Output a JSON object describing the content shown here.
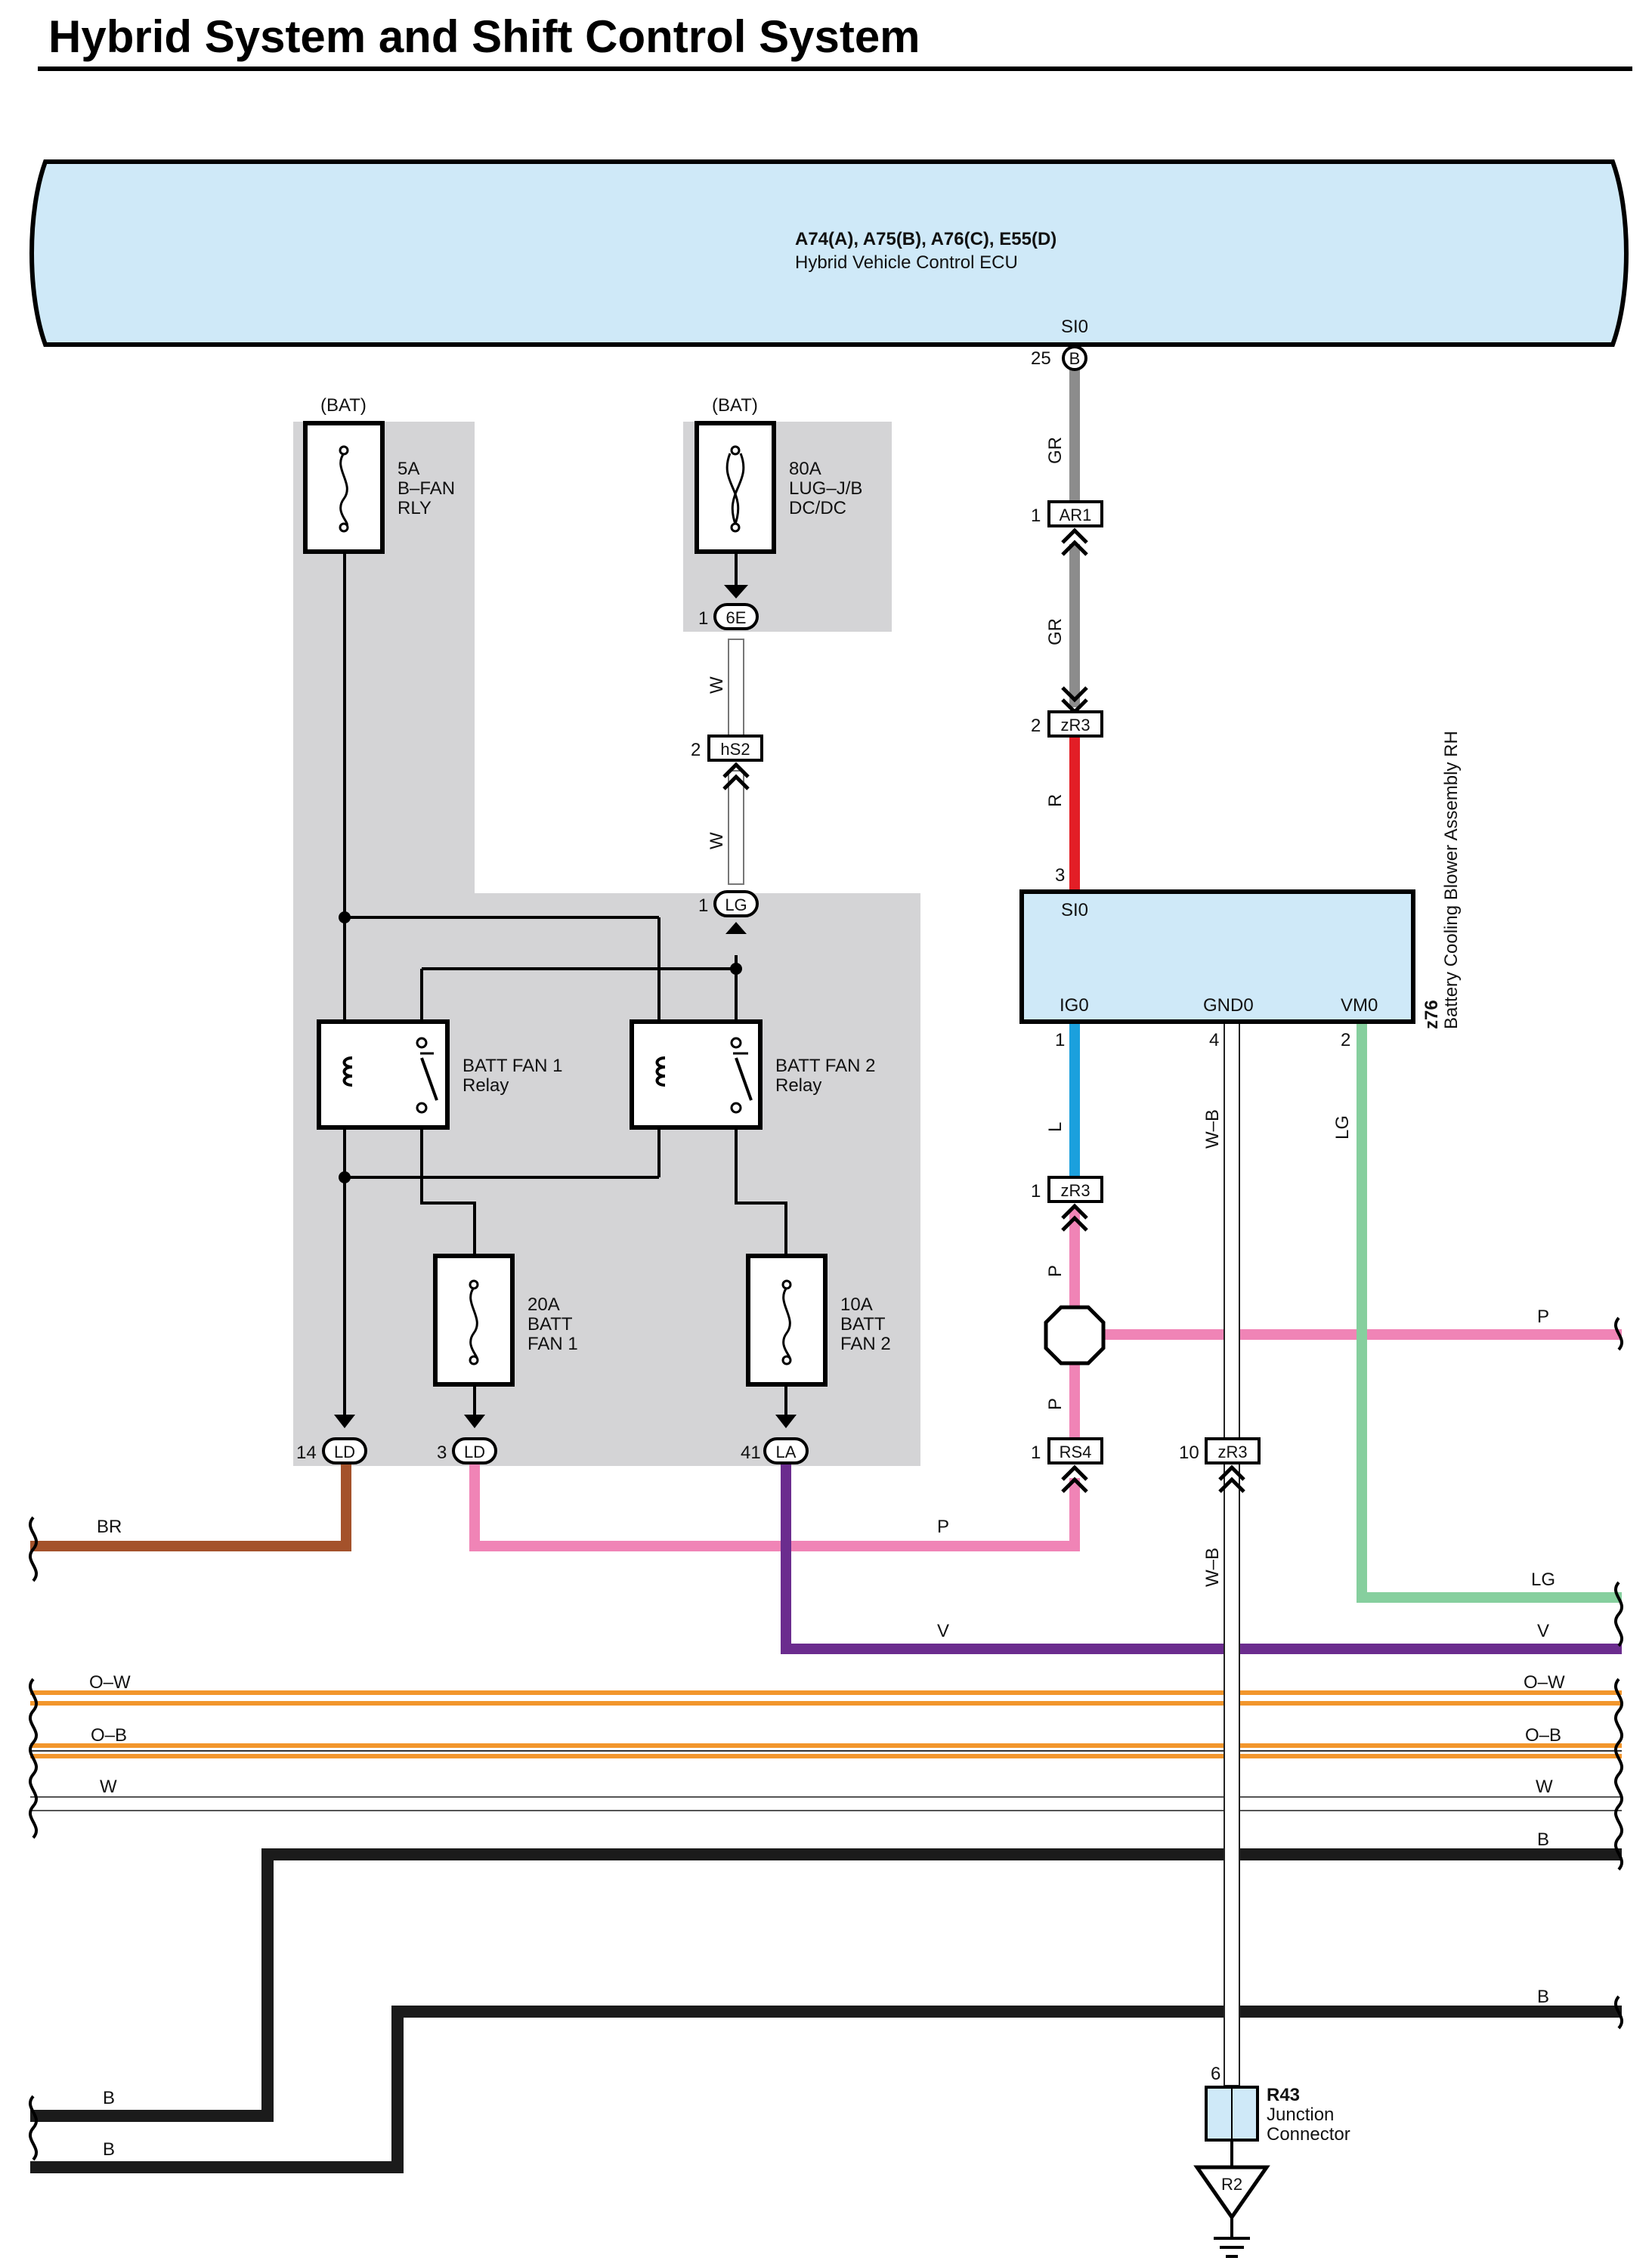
{
  "title": "Hybrid System and Shift Control System",
  "ecu": {
    "connectors": "A74(A), A75(B), A76(C), E55(D)",
    "name": "Hybrid Vehicle Control ECU",
    "pin_label": "SI0",
    "pin_no": "25",
    "pin_conn": "B"
  },
  "fuses": [
    {
      "source": "(BAT)",
      "rating": "5A",
      "line1": "B–FAN",
      "line2": "RLY"
    },
    {
      "source": "(BAT)",
      "rating": "80A",
      "line1": "LUG–J/B",
      "line2": "DC/DC"
    },
    {
      "rating": "20A",
      "line1": "BATT",
      "line2": "FAN 1"
    },
    {
      "rating": "10A",
      "line1": "BATT",
      "line2": "FAN 2"
    }
  ],
  "relays": [
    {
      "name": "BATT FAN 1",
      "sub": "Relay"
    },
    {
      "name": "BATT FAN 2",
      "sub": "Relay"
    }
  ],
  "connectors": {
    "c6E": {
      "pin": "1",
      "id": "6E"
    },
    "hS2": {
      "pin": "2",
      "id": "hS2"
    },
    "LG": {
      "pin": "1",
      "id": "LG"
    },
    "LD14": {
      "pin": "14",
      "id": "LD"
    },
    "LD3": {
      "pin": "3",
      "id": "LD"
    },
    "LA41": {
      "pin": "41",
      "id": "LA"
    },
    "AR1": {
      "pin": "1",
      "id": "AR1"
    },
    "zR3_2": {
      "pin": "2",
      "id": "zR3"
    },
    "zR3_1": {
      "pin": "1",
      "id": "zR3"
    },
    "RS4": {
      "pin": "1",
      "id": "RS4"
    },
    "zR3_10": {
      "pin": "10",
      "id": "zR3"
    }
  },
  "blower": {
    "code": "z76",
    "name": "Battery Cooling Blower Assembly RH",
    "pin3": "3",
    "si0": "SI0",
    "ig0": "IG0",
    "gnd0": "GND0",
    "vm0": "VM0",
    "pin_ig": "1",
    "pin_gnd": "4",
    "pin_vm": "2"
  },
  "junction": {
    "code": "R43",
    "line1": "Junction",
    "line2": "Connector",
    "pin": "6",
    "ground": "R2"
  },
  "wires": {
    "gr": "GR",
    "r": "R",
    "w": "W",
    "l": "L",
    "p": "P",
    "wb": "W–B",
    "lg": "LG",
    "br": "BR",
    "v": "V",
    "ow": "O–W",
    "ob": "O–B",
    "b": "B"
  },
  "colors": {
    "ecu_fill": "#cfe9f8",
    "shade": "#d4d4d6",
    "gray_wire": "#8c8c8c",
    "red": "#e31e26",
    "blue": "#1ba0dd",
    "pink": "#f084b6",
    "green": "#86cf9e",
    "brown": "#a4522b",
    "purple": "#6b2c8e",
    "orange": "#f2962c"
  }
}
